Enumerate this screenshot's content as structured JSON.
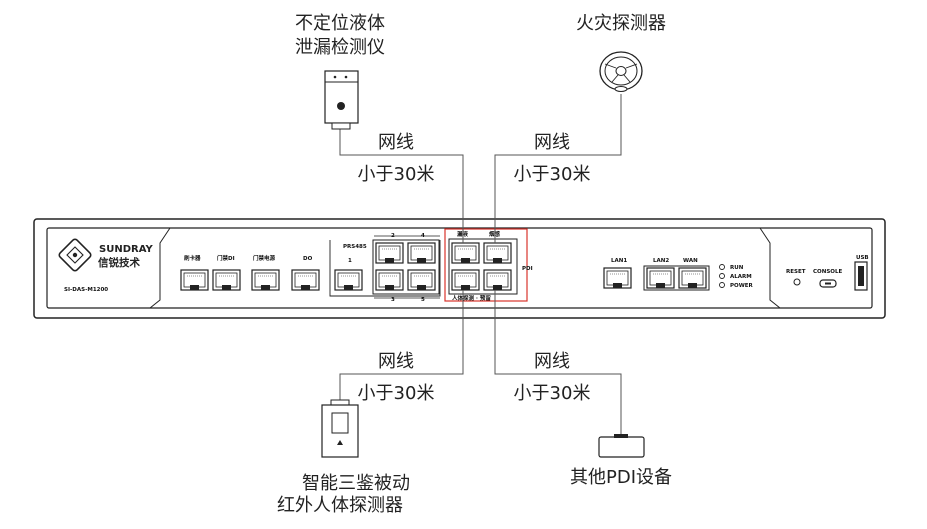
{
  "sensors": {
    "leak": {
      "name_line1": "不定位液体",
      "name_line2": "泄漏检测仪"
    },
    "fire": {
      "name": "火灾探测器"
    },
    "pir": {
      "name_line1": "智能三鉴被动",
      "name_line2": "红外人体探测器"
    },
    "pdi": {
      "name": "其他PDI设备"
    }
  },
  "cable": {
    "type": "网线",
    "length": "小于30米"
  },
  "device": {
    "brand_en": "SUNDRAY",
    "brand_cn": "信锐技术",
    "model": "SI-DAS-M1200",
    "ports": {
      "card": "刷卡器",
      "door_di": "门禁DI",
      "door_power": "门禁电源",
      "do": "DO",
      "rs485": "PRS485",
      "rs485_1": "1",
      "rs485_2": "2",
      "rs485_3": "3",
      "rs485_4": "4",
      "rs485_5": "5",
      "pdi_top_left": "漏液",
      "pdi_top_right": "烟感",
      "pdi_bottom": "人体探测 · 预留",
      "pdi": "PDI",
      "lan1": "LAN1",
      "lan2": "LAN2",
      "wan": "WAN",
      "run": "RUN",
      "alarm": "ALARM",
      "power": "POWER",
      "reset": "RESET",
      "console": "CONSOLE",
      "usb": "USB"
    }
  }
}
